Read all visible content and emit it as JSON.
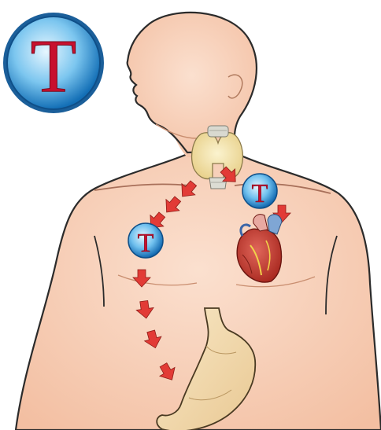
{
  "badges": {
    "large": {
      "letter": "T"
    },
    "left": {
      "letter": "T"
    },
    "right": {
      "letter": "T"
    }
  },
  "colors": {
    "skin": "#f7cdb4",
    "skin_shadow": "#eab196",
    "outline": "#2b2b2b",
    "badge_blue": "#1f7fc7",
    "badge_light": "#bfe6fb",
    "badge_letter": "#c8102e",
    "arrow": "#e23b36",
    "thyroid": "#f2e2a4",
    "heart": "#c9443c",
    "stomach": "#f3dcb0"
  }
}
